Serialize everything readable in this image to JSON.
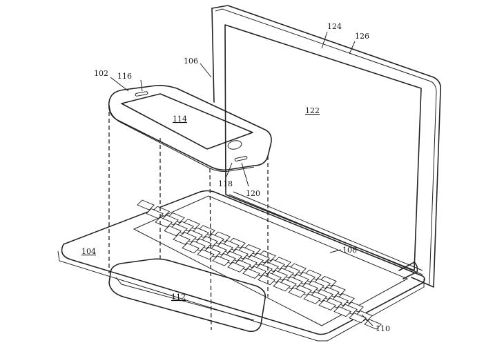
{
  "figure": {
    "ref_laptop_screen_assembly": "106",
    "ref_display": "122",
    "ref_camera": "124",
    "ref_bezel": "126",
    "ref_phone": "102",
    "ref_speaker": "116",
    "ref_phone_display": "114",
    "ref_home_button": "118",
    "ref_connector": "120",
    "ref_base": "104",
    "ref_keyboard": "108",
    "ref_trackpad_cavity": "112",
    "ref_base_edge": "110"
  }
}
